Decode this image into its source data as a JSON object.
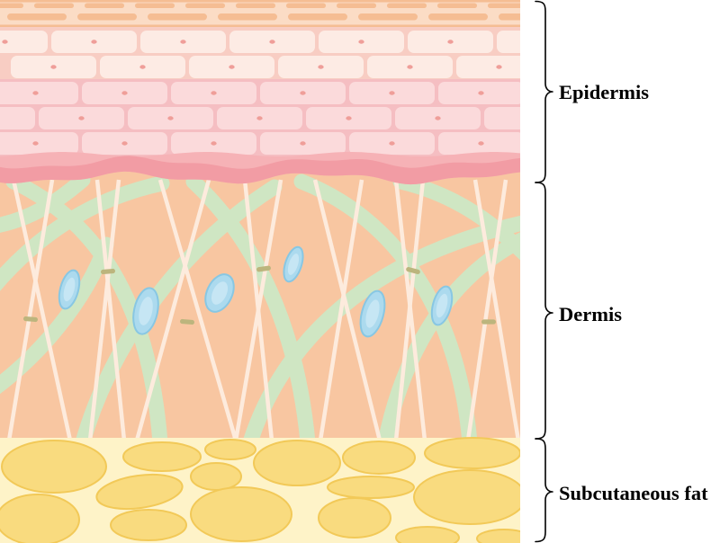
{
  "layers": {
    "epidermis": {
      "label": "Epidermis"
    },
    "dermis": {
      "label": "Dermis"
    },
    "subcutaneous_fat": {
      "label": "Subcutaneous fat"
    }
  },
  "colors": {
    "corneum_band": "#fbdcc5",
    "corneum_dash": "#f5bd93",
    "upper_cell": "#fdebe4",
    "upper_cell_bg": "#f8cdc3",
    "lower_cell": "#fbdadb",
    "lower_cell_bg": "#f5bec2",
    "cell_nucleus": "#ef9e99",
    "basal_light": "#f6b2b6",
    "basal_dark": "#f29ca4",
    "dermis": "#f8c6a1",
    "collagen_fiber": "#cfe6c3",
    "elastic_fiber": "#fdebdd",
    "fibroblast": "#acdaee",
    "fibroblast_edge": "#88c7e3",
    "fibroblast_nucleus": "#c6e6f4",
    "crosslink": "#bcb57d",
    "fat_tissue": "#fef3c8",
    "fat_cell": "#f9db7f",
    "fat_cell_edge": "#f2c958",
    "outline": "#000000"
  }
}
